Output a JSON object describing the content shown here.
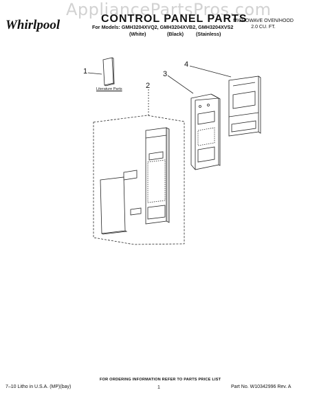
{
  "watermark": "AppliancePartsPros.com",
  "header": {
    "brand": "Whirlpool",
    "title": "CONTROL PANEL PARTS",
    "models_line": "For Models: GMH3204XVQ2, GMH3204XVB2, GMH3204XVS2",
    "variants": [
      "(White)",
      "(Black)",
      "(Stainless)"
    ],
    "product_line1": "MICROWAVE OVEN/HOOD",
    "product_line2": "2.0 CU. FT."
  },
  "diagram": {
    "callouts": [
      "1",
      "2",
      "3",
      "4"
    ],
    "literature_label": "Literature Parts"
  },
  "footer": {
    "ordering_note": "FOR ORDERING INFORMATION REFER TO PARTS PRICE LIST",
    "litho": "7–10 Litho in U.S.A. (MP)(bay)",
    "page_number": "1",
    "part_number": "Part No. W10342996 Rev. A"
  },
  "colors": {
    "line": "#222222",
    "watermark": "#d2d2d2"
  }
}
